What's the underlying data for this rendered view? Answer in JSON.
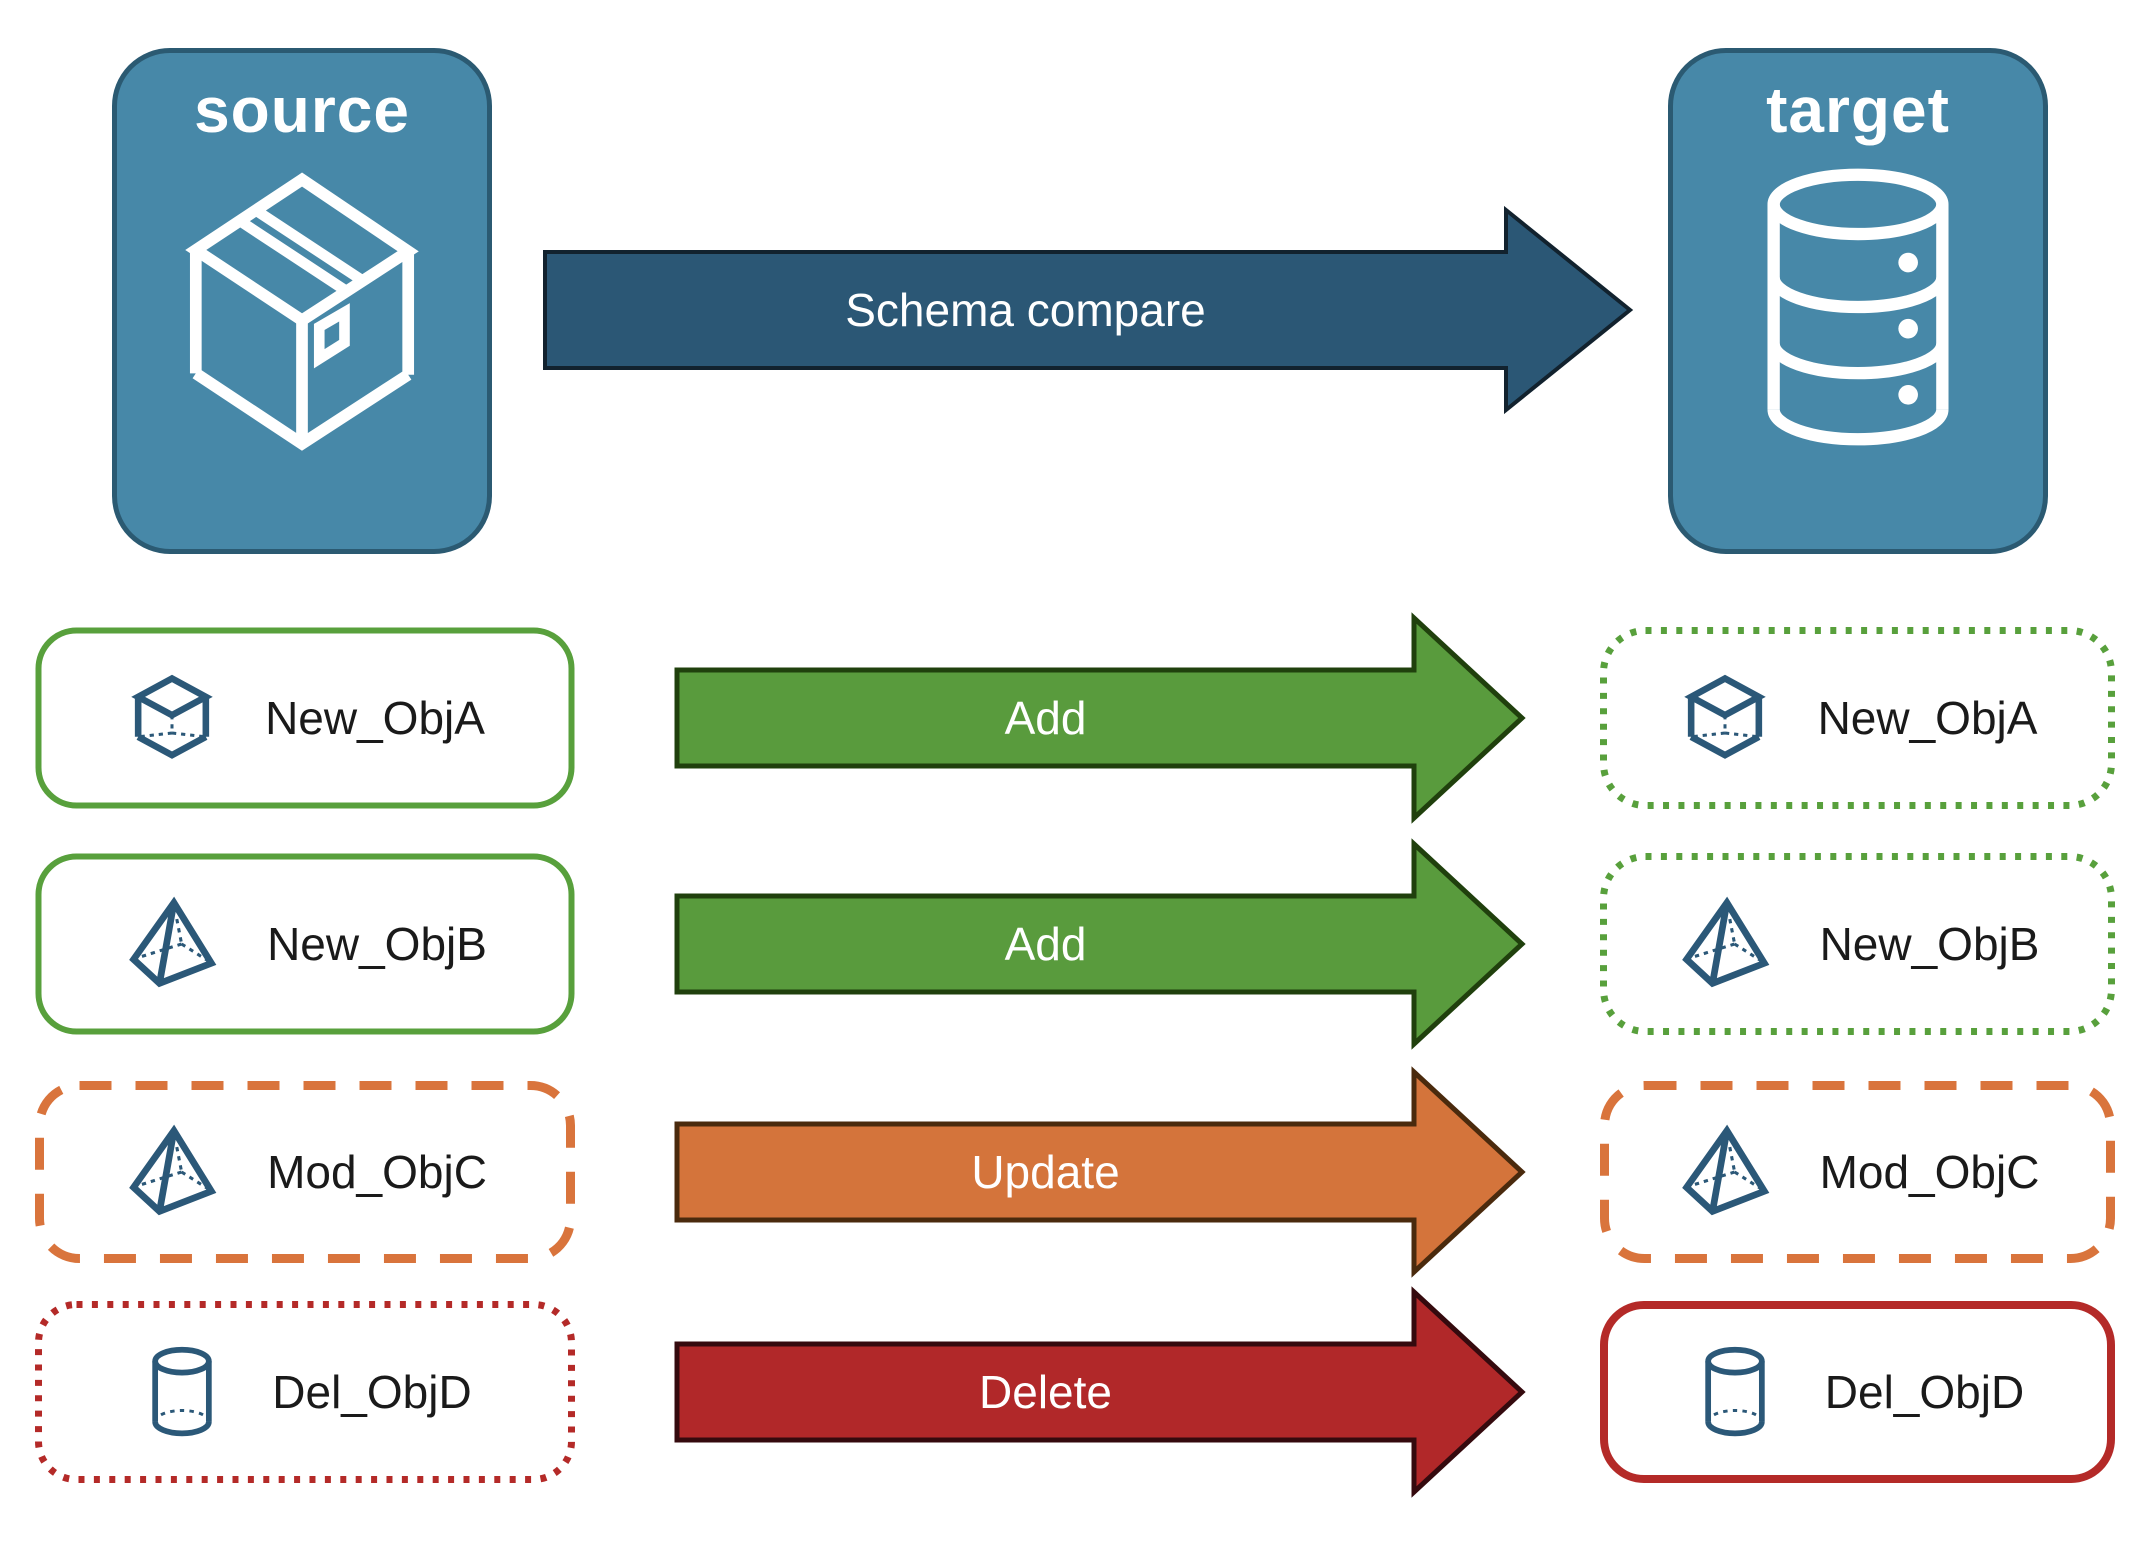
{
  "diagram_title": "Schema compare",
  "source": {
    "label": "source",
    "icon": "package-icon"
  },
  "target": {
    "label": "target",
    "icon": "database-icon"
  },
  "schema_arrow": {
    "label": "Schema compare"
  },
  "rows": [
    {
      "object": "New_ObjA",
      "icon": "cube-icon",
      "action": "Add",
      "left_border": "solid-green",
      "right_border": "dotted-green"
    },
    {
      "object": "New_ObjB",
      "icon": "pyramid-icon",
      "action": "Add",
      "left_border": "solid-green",
      "right_border": "dotted-green"
    },
    {
      "object": "Mod_ObjC",
      "icon": "pyramid-icon",
      "action": "Update",
      "left_border": "dashed-orange",
      "right_border": "dashed-orange"
    },
    {
      "object": "Del_ObjD",
      "icon": "cylinder-icon",
      "action": "Delete",
      "left_border": "dotted-red",
      "right_border": "solid-red"
    }
  ],
  "colors": {
    "entity_fill": "#4788A8",
    "entity_border": "#2B5A72",
    "icon_stroke": "#2B5878",
    "schema_arrow_fill": "#2B5775",
    "schema_arrow_border": "#12222E",
    "add_fill": "#599B3D",
    "add_border": "#20400D",
    "update_fill": "#D4743B",
    "update_border": "#4A2A0D",
    "delete_fill": "#B12829",
    "delete_border": "#350A0E",
    "green": "#58A03C",
    "orange": "#D9743C",
    "red": "#B42A28",
    "label_text": "#1A1A1A",
    "arrow_text": "#FFFFFF"
  }
}
